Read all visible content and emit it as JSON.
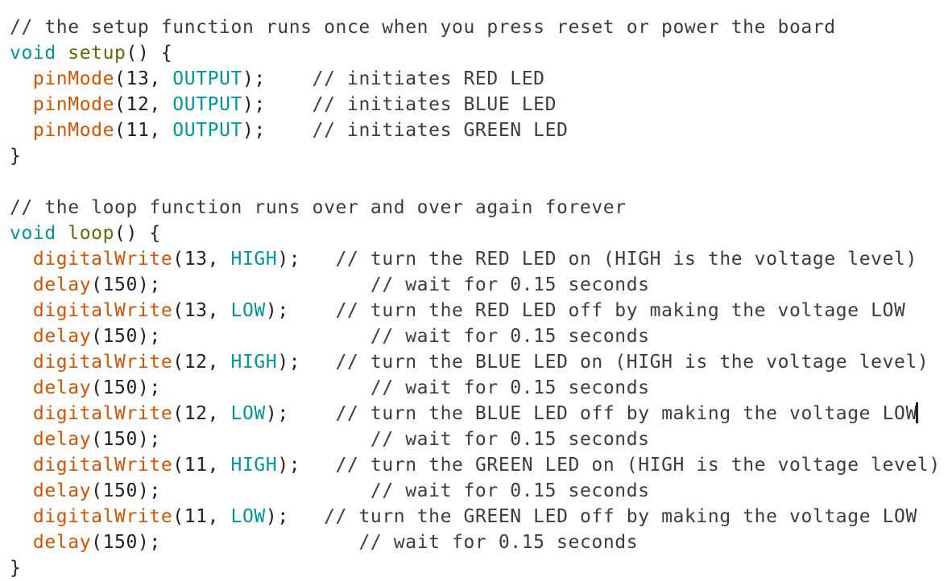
{
  "code": {
    "lines": [
      [
        {
          "t": "// the setup function runs once when you press reset or power the board",
          "c": "comment"
        }
      ],
      [
        {
          "t": "void",
          "c": "kw"
        },
        {
          "t": " ",
          "c": "plain"
        },
        {
          "t": "setup",
          "c": "fn"
        },
        {
          "t": "() {",
          "c": "plain"
        }
      ],
      [
        {
          "t": "  ",
          "c": "plain"
        },
        {
          "t": "pinMode",
          "c": "call"
        },
        {
          "t": "(13, ",
          "c": "plain"
        },
        {
          "t": "OUTPUT",
          "c": "const"
        },
        {
          "t": ");    ",
          "c": "plain"
        },
        {
          "t": "// initiates RED LED",
          "c": "comment"
        }
      ],
      [
        {
          "t": "  ",
          "c": "plain"
        },
        {
          "t": "pinMode",
          "c": "call"
        },
        {
          "t": "(12, ",
          "c": "plain"
        },
        {
          "t": "OUTPUT",
          "c": "const"
        },
        {
          "t": ");    ",
          "c": "plain"
        },
        {
          "t": "// initiates BLUE LED",
          "c": "comment"
        }
      ],
      [
        {
          "t": "  ",
          "c": "plain"
        },
        {
          "t": "pinMode",
          "c": "call"
        },
        {
          "t": "(11, ",
          "c": "plain"
        },
        {
          "t": "OUTPUT",
          "c": "const"
        },
        {
          "t": ");    ",
          "c": "plain"
        },
        {
          "t": "// initiates GREEN LED",
          "c": "comment"
        }
      ],
      [
        {
          "t": "}",
          "c": "plain"
        }
      ],
      [],
      [
        {
          "t": "// the loop function runs over and over again forever",
          "c": "comment"
        }
      ],
      [
        {
          "t": "void",
          "c": "kw"
        },
        {
          "t": " ",
          "c": "plain"
        },
        {
          "t": "loop",
          "c": "fn"
        },
        {
          "t": "() {",
          "c": "plain"
        }
      ],
      [
        {
          "t": "  ",
          "c": "plain"
        },
        {
          "t": "digitalWrite",
          "c": "call"
        },
        {
          "t": "(13, ",
          "c": "plain"
        },
        {
          "t": "HIGH",
          "c": "const"
        },
        {
          "t": ");   ",
          "c": "plain"
        },
        {
          "t": "// turn the RED LED on (HIGH is the voltage level)",
          "c": "comment"
        }
      ],
      [
        {
          "t": "  ",
          "c": "plain"
        },
        {
          "t": "delay",
          "c": "call"
        },
        {
          "t": "(150);                  ",
          "c": "plain"
        },
        {
          "t": "// wait for 0.15 seconds",
          "c": "comment"
        }
      ],
      [
        {
          "t": "  ",
          "c": "plain"
        },
        {
          "t": "digitalWrite",
          "c": "call"
        },
        {
          "t": "(13, ",
          "c": "plain"
        },
        {
          "t": "LOW",
          "c": "const"
        },
        {
          "t": ");    ",
          "c": "plain"
        },
        {
          "t": "// turn the RED LED off by making the voltage LOW",
          "c": "comment"
        }
      ],
      [
        {
          "t": "  ",
          "c": "plain"
        },
        {
          "t": "delay",
          "c": "call"
        },
        {
          "t": "(150);                  ",
          "c": "plain"
        },
        {
          "t": "// wait for 0.15 seconds",
          "c": "comment"
        }
      ],
      [
        {
          "t": "  ",
          "c": "plain"
        },
        {
          "t": "digitalWrite",
          "c": "call"
        },
        {
          "t": "(12, ",
          "c": "plain"
        },
        {
          "t": "HIGH",
          "c": "const"
        },
        {
          "t": ");   ",
          "c": "plain"
        },
        {
          "t": "// turn the BLUE LED on (HIGH is the voltage level)",
          "c": "comment"
        }
      ],
      [
        {
          "t": "  ",
          "c": "plain"
        },
        {
          "t": "delay",
          "c": "call"
        },
        {
          "t": "(150);                  ",
          "c": "plain"
        },
        {
          "t": "// wait for 0.15 seconds",
          "c": "comment"
        }
      ],
      [
        {
          "t": "  ",
          "c": "plain"
        },
        {
          "t": "digitalWrite",
          "c": "call"
        },
        {
          "t": "(12, ",
          "c": "plain"
        },
        {
          "t": "LOW",
          "c": "const"
        },
        {
          "t": ");    ",
          "c": "plain"
        },
        {
          "t": "// turn the BLUE LED off by making the voltage LOW",
          "c": "comment"
        },
        {
          "t": "",
          "c": "caret"
        }
      ],
      [
        {
          "t": "  ",
          "c": "plain"
        },
        {
          "t": "delay",
          "c": "call"
        },
        {
          "t": "(150);                  ",
          "c": "plain"
        },
        {
          "t": "// wait for 0.15 seconds",
          "c": "comment"
        }
      ],
      [
        {
          "t": "  ",
          "c": "plain"
        },
        {
          "t": "digitalWrite",
          "c": "call"
        },
        {
          "t": "(11, ",
          "c": "plain"
        },
        {
          "t": "HIGH",
          "c": "const"
        },
        {
          "t": ");   ",
          "c": "plain"
        },
        {
          "t": "// turn the GREEN LED on (HIGH is the voltage level)",
          "c": "comment"
        }
      ],
      [
        {
          "t": "  ",
          "c": "plain"
        },
        {
          "t": "delay",
          "c": "call"
        },
        {
          "t": "(150);                  ",
          "c": "plain"
        },
        {
          "t": "// wait for 0.15 seconds",
          "c": "comment"
        }
      ],
      [
        {
          "t": "  ",
          "c": "plain"
        },
        {
          "t": "digitalWrite",
          "c": "call"
        },
        {
          "t": "(11, ",
          "c": "plain"
        },
        {
          "t": "LOW",
          "c": "const"
        },
        {
          "t": ");   ",
          "c": "plain"
        },
        {
          "t": "// turn the GREEN LED off by making the voltage LOW",
          "c": "comment"
        }
      ],
      [
        {
          "t": "  ",
          "c": "plain"
        },
        {
          "t": "delay",
          "c": "call"
        },
        {
          "t": "(150);                 ",
          "c": "plain"
        },
        {
          "t": "// wait for 0.15 seconds",
          "c": "comment"
        }
      ],
      [
        {
          "t": "}",
          "c": "plain"
        }
      ]
    ]
  },
  "colors": {
    "comment": "#3c3c3c",
    "keyword": "#00979c",
    "function_name": "#5e6d03",
    "call": "#d35400",
    "constant": "#00979c",
    "background": "#ffffff"
  }
}
